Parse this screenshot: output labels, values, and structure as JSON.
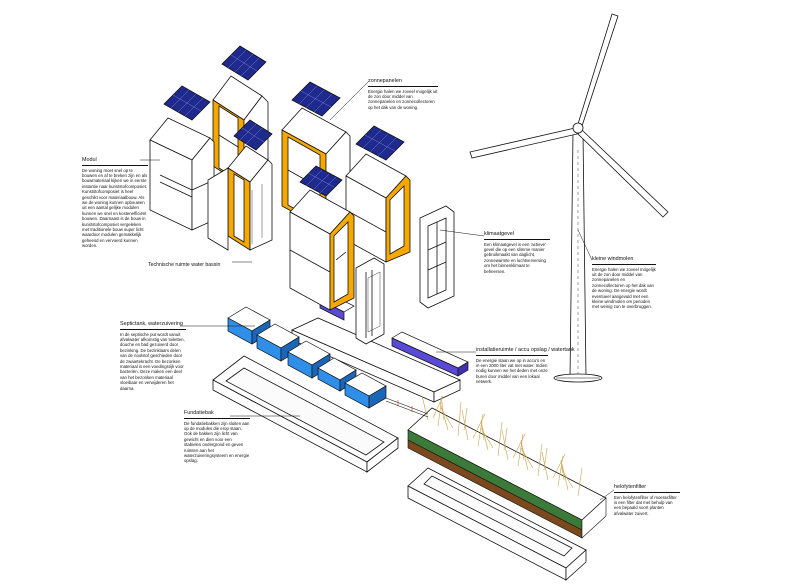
{
  "labels": {
    "zonnepanelen": {
      "title": "zonnepanelen",
      "text": "Energie halen we zoveel mogelijk uit de zon door middel van zonnepanelen en zonnecollectoren op het dak van de woning."
    },
    "modul": {
      "title": "Modul",
      "text": "De woning moet snel op te bouwen en af te breken zijn en als bouwmateriaal kijken we in eerste instantie naar kunststofcomposiet. Kunststofcomposiet is heel geschikt voor materiaalbouw. Als we de woning kunnen opbouwen uit een aantal gelijke modulen kunnen we snel en kostenefficiënt bouwen. Daarnaast is de bouw in kunststofcomposiet vergeleken met traditionele bouw super licht waardoor modulen gemakkelijk geheesd en vervoerd kunnen worden."
    },
    "technische_ruimte": {
      "title": "Technische ruimte water bassin"
    },
    "klimaatgevel": {
      "title": "klimaatgevel",
      "text": "Een klimaatgevel is een 'actieve' gevel die op een slimme manier gebruikmaakt van daglicht, zonnewarmte en luchtverversing om het binnenklimaat te beheersen."
    },
    "septictank": {
      "title": "Septictank, waterzuivering",
      "text": "In de septische put wordt vanuit afvalwater afkomstig van toiletten, douche en bad gezuiverd door bezinking. De bezinklaars delen van de rioolstof geschieden door de zwaartekracht. De bezonken materiaal is een voedingsrijk voor bacteriën. Deze maken een deel van het bezonken materiaal vloeibaar en verwijderen het daarna."
    },
    "installatieruimte": {
      "title": "installatieruimte / accu opslag / watertank",
      "text": "De energie staan we op in accu's en in een 2000 liter vat met water. Indien nodig kunnen we het deden met onze buren door middel van een lokaal netwerk."
    },
    "kleine_windmolen": {
      "title": "kleine windmolen",
      "text": "Energie halen we zoveel mogelijk uit de zon door middel van zonnepanelen en zonnecollectoren op het dak van de woning. De energie wordt eventueel aangevuld met een kleine windmolen om perioden met weinig zon te overbruggen."
    },
    "fundatiebak": {
      "title": "Fundatiebak",
      "text": "De fundatiebakken zijn sluiten aan op de modules die erop staan. Ook de bakken zijn licht van gewicht en dien voor een stabielen ondergrond en geven ruimten aan het waterzuiveringsysteem en energie opslag."
    },
    "helofytenfilter": {
      "title": "helofytenfilter",
      "text": "Een helofytenfilter of moerasfilter is een filter dat met behulp van een bepaald soort planten afvalwater zuivert."
    }
  },
  "colors": {
    "frame": "#f5a900",
    "solar": "#1f2a8e",
    "solar_grid": "#8a94e0",
    "water": "#2f8fe8",
    "water_dark": "#1c66b8",
    "install": "#5a4bd6",
    "soil": "#7a4a1e",
    "green": "#3c7a3a",
    "reed": "#c9a24b",
    "line": "#111111"
  }
}
